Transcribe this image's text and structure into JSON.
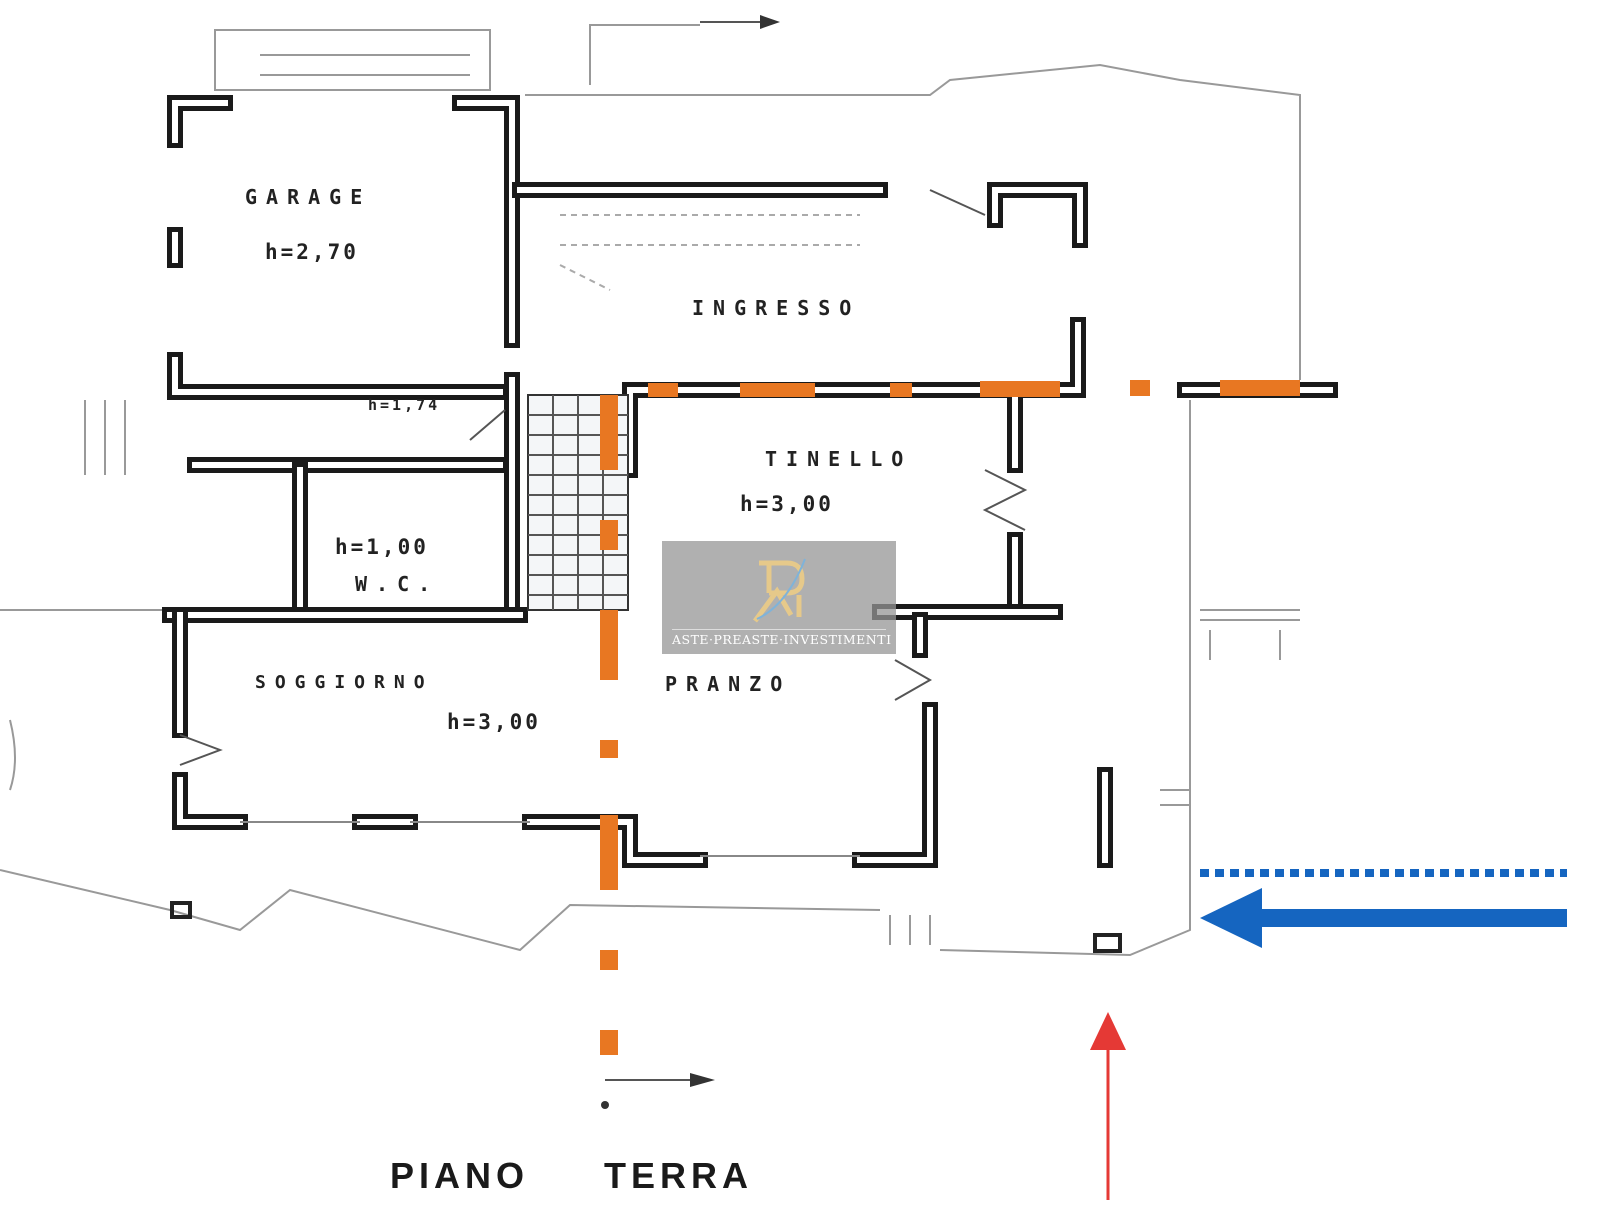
{
  "rooms": {
    "garage": {
      "name": "GARAGE",
      "height": "h=2,70"
    },
    "ingresso": {
      "name": "INGRESSO"
    },
    "tinello": {
      "name": "TINELLO",
      "height": "h=3,00"
    },
    "wc": {
      "name": "W.C.",
      "height": "h=1,00"
    },
    "ripostiglio": {
      "height": "h=1,74"
    },
    "soggiorno": {
      "name": "SOGGIORNO",
      "height": "h=3,00"
    },
    "pranzo": {
      "name": "PRANZO"
    }
  },
  "title": "PIANO TERRA",
  "watermark": {
    "text": "ASTE·PREASTE·INVESTIMENTI",
    "logo": "RI"
  },
  "colors": {
    "section_line": "#e87722",
    "access_arrow": "#1565c0",
    "entry_arrow": "#e53935"
  }
}
